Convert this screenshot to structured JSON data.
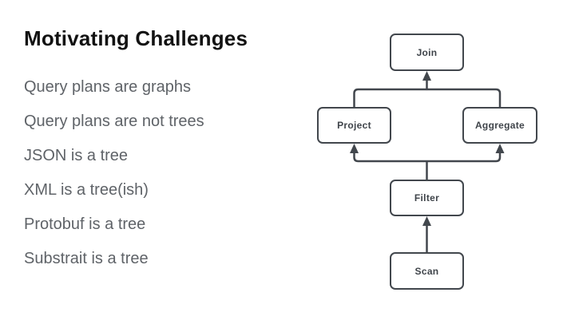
{
  "slide": {
    "title": "Motivating Challenges",
    "bullets": [
      "Query plans are graphs",
      "Query plans are not trees",
      "JSON is a tree",
      "XML is a tree(ish)",
      "Protobuf is a tree",
      "Substrait is a tree"
    ]
  },
  "diagram": {
    "nodes": [
      {
        "id": "join",
        "label": "Join"
      },
      {
        "id": "project",
        "label": "Project"
      },
      {
        "id": "aggregate",
        "label": "Aggregate"
      },
      {
        "id": "filter",
        "label": "Filter"
      },
      {
        "id": "scan",
        "label": "Scan"
      }
    ],
    "edges": [
      {
        "from": "scan",
        "to": "filter"
      },
      {
        "from": "filter",
        "to": "project"
      },
      {
        "from": "filter",
        "to": "aggregate"
      },
      {
        "from": "project",
        "to": "join"
      },
      {
        "from": "aggregate",
        "to": "join"
      }
    ]
  },
  "colors": {
    "background": "#ffffff",
    "title_text": "#121212",
    "body_text": "#5f6368",
    "diagram_stroke": "#42474d",
    "node_fill": "#ffffff",
    "node_text": "#3f444a"
  }
}
